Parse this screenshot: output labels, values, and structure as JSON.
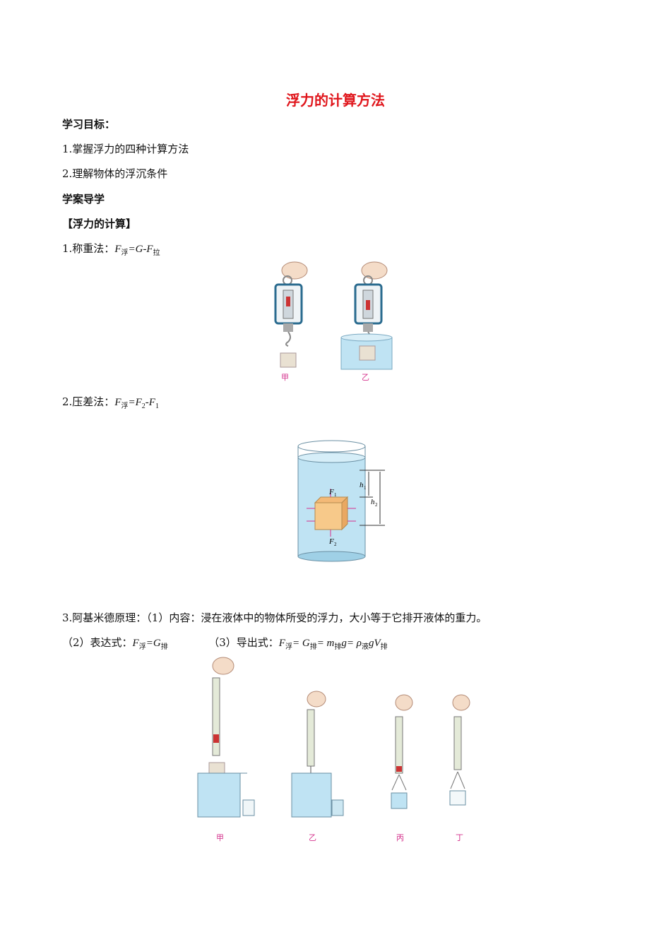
{
  "title": "浮力的计算方法",
  "goals": {
    "heading": "学习目标：",
    "items": [
      "1.掌握浮力的四种计算方法",
      "2.理解物体的浮沉条件"
    ]
  },
  "guide_heading": "学案导学",
  "section_heading": "【浮力的计算】",
  "method1": {
    "label": "1.称重法：",
    "formula": [
      "F",
      "浮",
      "=G-F",
      "拉"
    ],
    "captions": [
      "甲",
      "乙"
    ]
  },
  "method2": {
    "label": "2.压差法：",
    "formula": [
      "F",
      "浮",
      "=F",
      "2",
      "-F",
      "1"
    ],
    "figure_labels": [
      "F1",
      "F2",
      "h1",
      "h2"
    ]
  },
  "method3": {
    "line1": "3.阿基米德原理：（1）内容：浸在液体中的物体所受的浮力，大小等于它排开液体的重力。",
    "expr_label": "（2）表达式：",
    "expr": [
      "F",
      "浮",
      "=G",
      "排"
    ],
    "derive_label": "（3）导出式：",
    "derive": [
      "F",
      "浮",
      "= G",
      "排",
      "= m",
      "排",
      "g= ρ",
      "液",
      "gV",
      "排"
    ],
    "captions": [
      "甲",
      "乙",
      "丙",
      "丁"
    ]
  },
  "colors": {
    "title": "#e0161c",
    "caption": "#d4318c",
    "water": "#bfe3f3",
    "block": "#f7c98a",
    "arrow": "#d4318c"
  }
}
